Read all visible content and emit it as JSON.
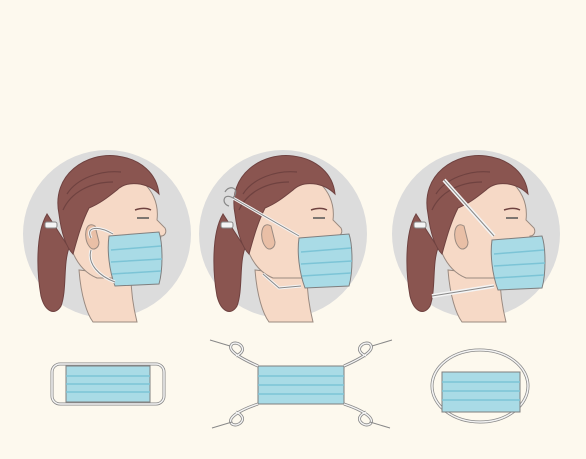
{
  "illustration": {
    "colors": {
      "background": "#fdf9ee",
      "circle": "#dcdcdc",
      "hair": "#8a5550",
      "hair_shadow": "#6f4240",
      "skin": "#f6d9c6",
      "skin_shadow": "#e9bfa6",
      "mask": "#a9dbe6",
      "mask_pleat": "#7cc4d6",
      "outline": "#7f7f7f",
      "strap": "#f4f4f4"
    },
    "panels": [
      {
        "name": "ear-loop-mask",
        "icon": "woman-wearing-ear-loop-mask-icon"
      },
      {
        "name": "tie-on-mask",
        "icon": "woman-wearing-tie-on-mask-icon"
      },
      {
        "name": "elastic-band-mask",
        "icon": "woman-wearing-elastic-band-mask-icon"
      }
    ]
  }
}
